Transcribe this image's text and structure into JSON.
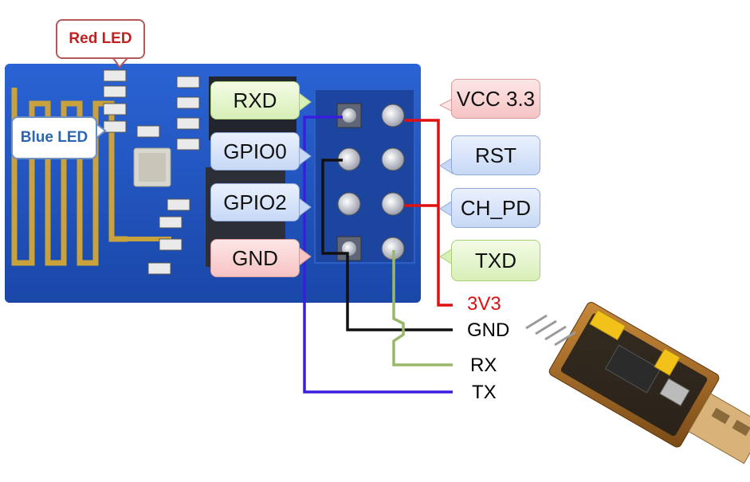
{
  "module_labels": {
    "red_led": "Red LED",
    "blue_led": "Blue LED"
  },
  "pins_left": [
    "RXD",
    "GPIO0",
    "GPIO2",
    "GND"
  ],
  "pins_right": [
    "VCC 3.3",
    "RST",
    "CH_PD",
    "TXD"
  ],
  "usb_labels": [
    "3V3",
    "GND",
    "RX",
    "TX"
  ],
  "colors": {
    "board": "#1f56c4",
    "wire_red": "#e01010",
    "wire_black": "#111111",
    "wire_green": "#9ab86a",
    "wire_blue": "#3a1ee0"
  }
}
